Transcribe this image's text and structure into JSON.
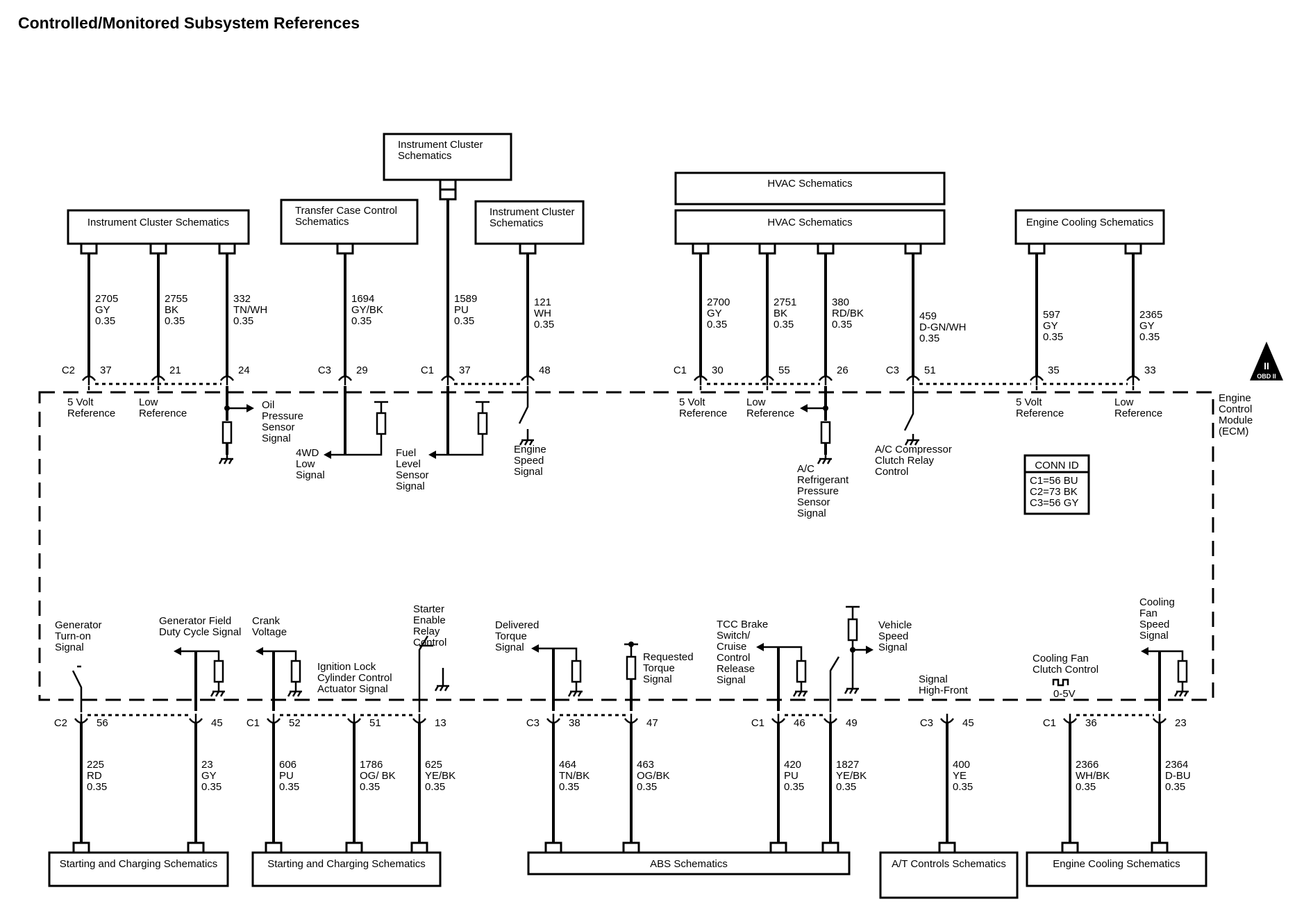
{
  "title": "Controlled/Monitored Subsystem References",
  "module": {
    "lines": [
      "Engine",
      "Control",
      "Module",
      "(ECM)"
    ]
  },
  "obd_badge": {
    "line1": "II",
    "line2": "OBD II"
  },
  "conn_id": {
    "title": "CONN ID",
    "rows": [
      "C1=56 BU",
      "C2=73 BK",
      "C3=56 GY"
    ]
  },
  "top_boxes": [
    {
      "lines": [
        "Instrument Cluster Schematics"
      ]
    },
    {
      "lines": [
        "Transfer Case Control",
        "Schematics"
      ]
    },
    {
      "lines": [
        "Instrument Cluster",
        "Schematics"
      ]
    },
    {
      "lines": [
        "Instrument Cluster",
        "Schematics"
      ]
    },
    {
      "lines": [
        "HVAC Schematics"
      ]
    },
    {
      "lines": [
        "HVAC Schematics"
      ]
    },
    {
      "lines": [
        "Engine Cooling Schematics"
      ]
    }
  ],
  "top_wires": [
    {
      "circuit": "2705",
      "color": "GY",
      "gauge": "0.35",
      "connector": "C2",
      "pin": "37",
      "signal": [
        "5 Volt",
        "Reference"
      ]
    },
    {
      "circuit": "2755",
      "color": "BK",
      "gauge": "0.35",
      "connector": "",
      "pin": "21",
      "signal": [
        "Low",
        "Reference"
      ]
    },
    {
      "circuit": "332",
      "color": "TN/WH",
      "gauge": "0.35",
      "connector": "",
      "pin": "24",
      "signal": [
        "Oil",
        "Pressure",
        "Sensor",
        "Signal"
      ]
    },
    {
      "circuit": "1694",
      "color": "GY/BK",
      "gauge": "0.35",
      "connector": "C3",
      "pin": "29",
      "signal": [
        "4WD",
        "Low",
        "Signal"
      ]
    },
    {
      "circuit": "1589",
      "color": "PU",
      "gauge": "0.35",
      "connector": "C1",
      "pin": "37",
      "signal": [
        "Fuel",
        "Level",
        "Sensor",
        "Signal"
      ]
    },
    {
      "circuit": "121",
      "color": "WH",
      "gauge": "0.35",
      "connector": "",
      "pin": "48",
      "signal": [
        "Engine",
        "Speed",
        "Signal"
      ]
    },
    {
      "circuit": "2700",
      "color": "GY",
      "gauge": "0.35",
      "connector": "C1",
      "pin": "30",
      "signal": [
        "5 Volt",
        "Reference"
      ]
    },
    {
      "circuit": "2751",
      "color": "BK",
      "gauge": "0.35",
      "connector": "",
      "pin": "55",
      "signal": [
        "Low",
        "Reference"
      ]
    },
    {
      "circuit": "380",
      "color": "RD/BK",
      "gauge": "0.35",
      "connector": "",
      "pin": "26",
      "signal": [
        "A/C",
        "Refrigerant",
        "Pressure",
        "Sensor",
        "Signal"
      ]
    },
    {
      "circuit": "459",
      "color": "D-GN/WH",
      "gauge": "0.35",
      "connector": "C3",
      "pin": "51",
      "signal": [
        "A/C Compressor",
        "Clutch Relay",
        "Control"
      ]
    },
    {
      "circuit": "597",
      "color": "GY",
      "gauge": "0.35",
      "connector": "",
      "pin": "35",
      "signal": [
        "5 Volt",
        "Reference"
      ]
    },
    {
      "circuit": "2365",
      "color": "GY",
      "gauge": "0.35",
      "connector": "",
      "pin": "33",
      "signal": [
        "Low",
        "Reference"
      ]
    }
  ],
  "bottom_boxes": [
    {
      "label": "Starting and Charging Schematics"
    },
    {
      "label": "Starting and Charging Schematics"
    },
    {
      "label": "ABS Schematics"
    },
    {
      "label": "A/T Controls Schematics"
    },
    {
      "label": "Engine Cooling Schematics"
    }
  ],
  "bottom_wires": [
    {
      "circuit": "225",
      "color": "RD",
      "gauge": "0.35",
      "connector": "C2",
      "pin": "56",
      "signal": [
        "Generator",
        "Turn-on",
        "Signal"
      ]
    },
    {
      "circuit": "23",
      "color": "GY",
      "gauge": "0.35",
      "connector": "",
      "pin": "45",
      "signal": [
        "Generator Field",
        "Duty Cycle Signal"
      ]
    },
    {
      "circuit": "606",
      "color": "PU",
      "gauge": "0.35",
      "connector": "C1",
      "pin": "52",
      "signal": [
        "Crank",
        "Voltage"
      ]
    },
    {
      "circuit": "1786",
      "color": "OG/ BK",
      "gauge": "0.35",
      "connector": "",
      "pin": "51",
      "signal": [
        "Ignition Lock",
        "Cylinder Control",
        "Actuator Signal"
      ]
    },
    {
      "circuit": "625",
      "color": "YE/BK",
      "gauge": "0.35",
      "connector": "",
      "pin": "13",
      "signal": [
        "Starter",
        "Enable",
        "Relay",
        "Control"
      ]
    },
    {
      "circuit": "464",
      "color": "TN/BK",
      "gauge": "0.35",
      "connector": "C3",
      "pin": "38",
      "signal": [
        "Delivered",
        "Torque",
        "Signal"
      ]
    },
    {
      "circuit": "463",
      "color": "OG/BK",
      "gauge": "0.35",
      "connector": "",
      "pin": "47",
      "signal": [
        "Requested",
        "Torque",
        "Signal"
      ]
    },
    {
      "circuit": "420",
      "color": "PU",
      "gauge": "0.35",
      "connector": "C1",
      "pin": "46",
      "signal": [
        "TCC Brake",
        "Switch/",
        "Cruise",
        "Control",
        "Release",
        "Signal"
      ]
    },
    {
      "circuit": "1827",
      "color": "YE/BK",
      "gauge": "0.35",
      "connector": "",
      "pin": "49",
      "signal": [
        "Vehicle",
        "Speed",
        "Signal"
      ]
    },
    {
      "circuit": "400",
      "color": "YE",
      "gauge": "0.35",
      "connector": "C3",
      "pin": "45",
      "signal": [
        "Signal",
        "High-Front"
      ]
    },
    {
      "circuit": "2366",
      "color": "WH/BK",
      "gauge": "0.35",
      "connector": "C1",
      "pin": "36",
      "signal": [
        "Cooling Fan",
        "Clutch Control",
        "0-5V"
      ]
    },
    {
      "circuit": "2364",
      "color": "D-BU",
      "gauge": "0.35",
      "connector": "",
      "pin": "23",
      "signal": [
        "Cooling",
        "Fan",
        "Speed",
        "Signal"
      ]
    }
  ]
}
